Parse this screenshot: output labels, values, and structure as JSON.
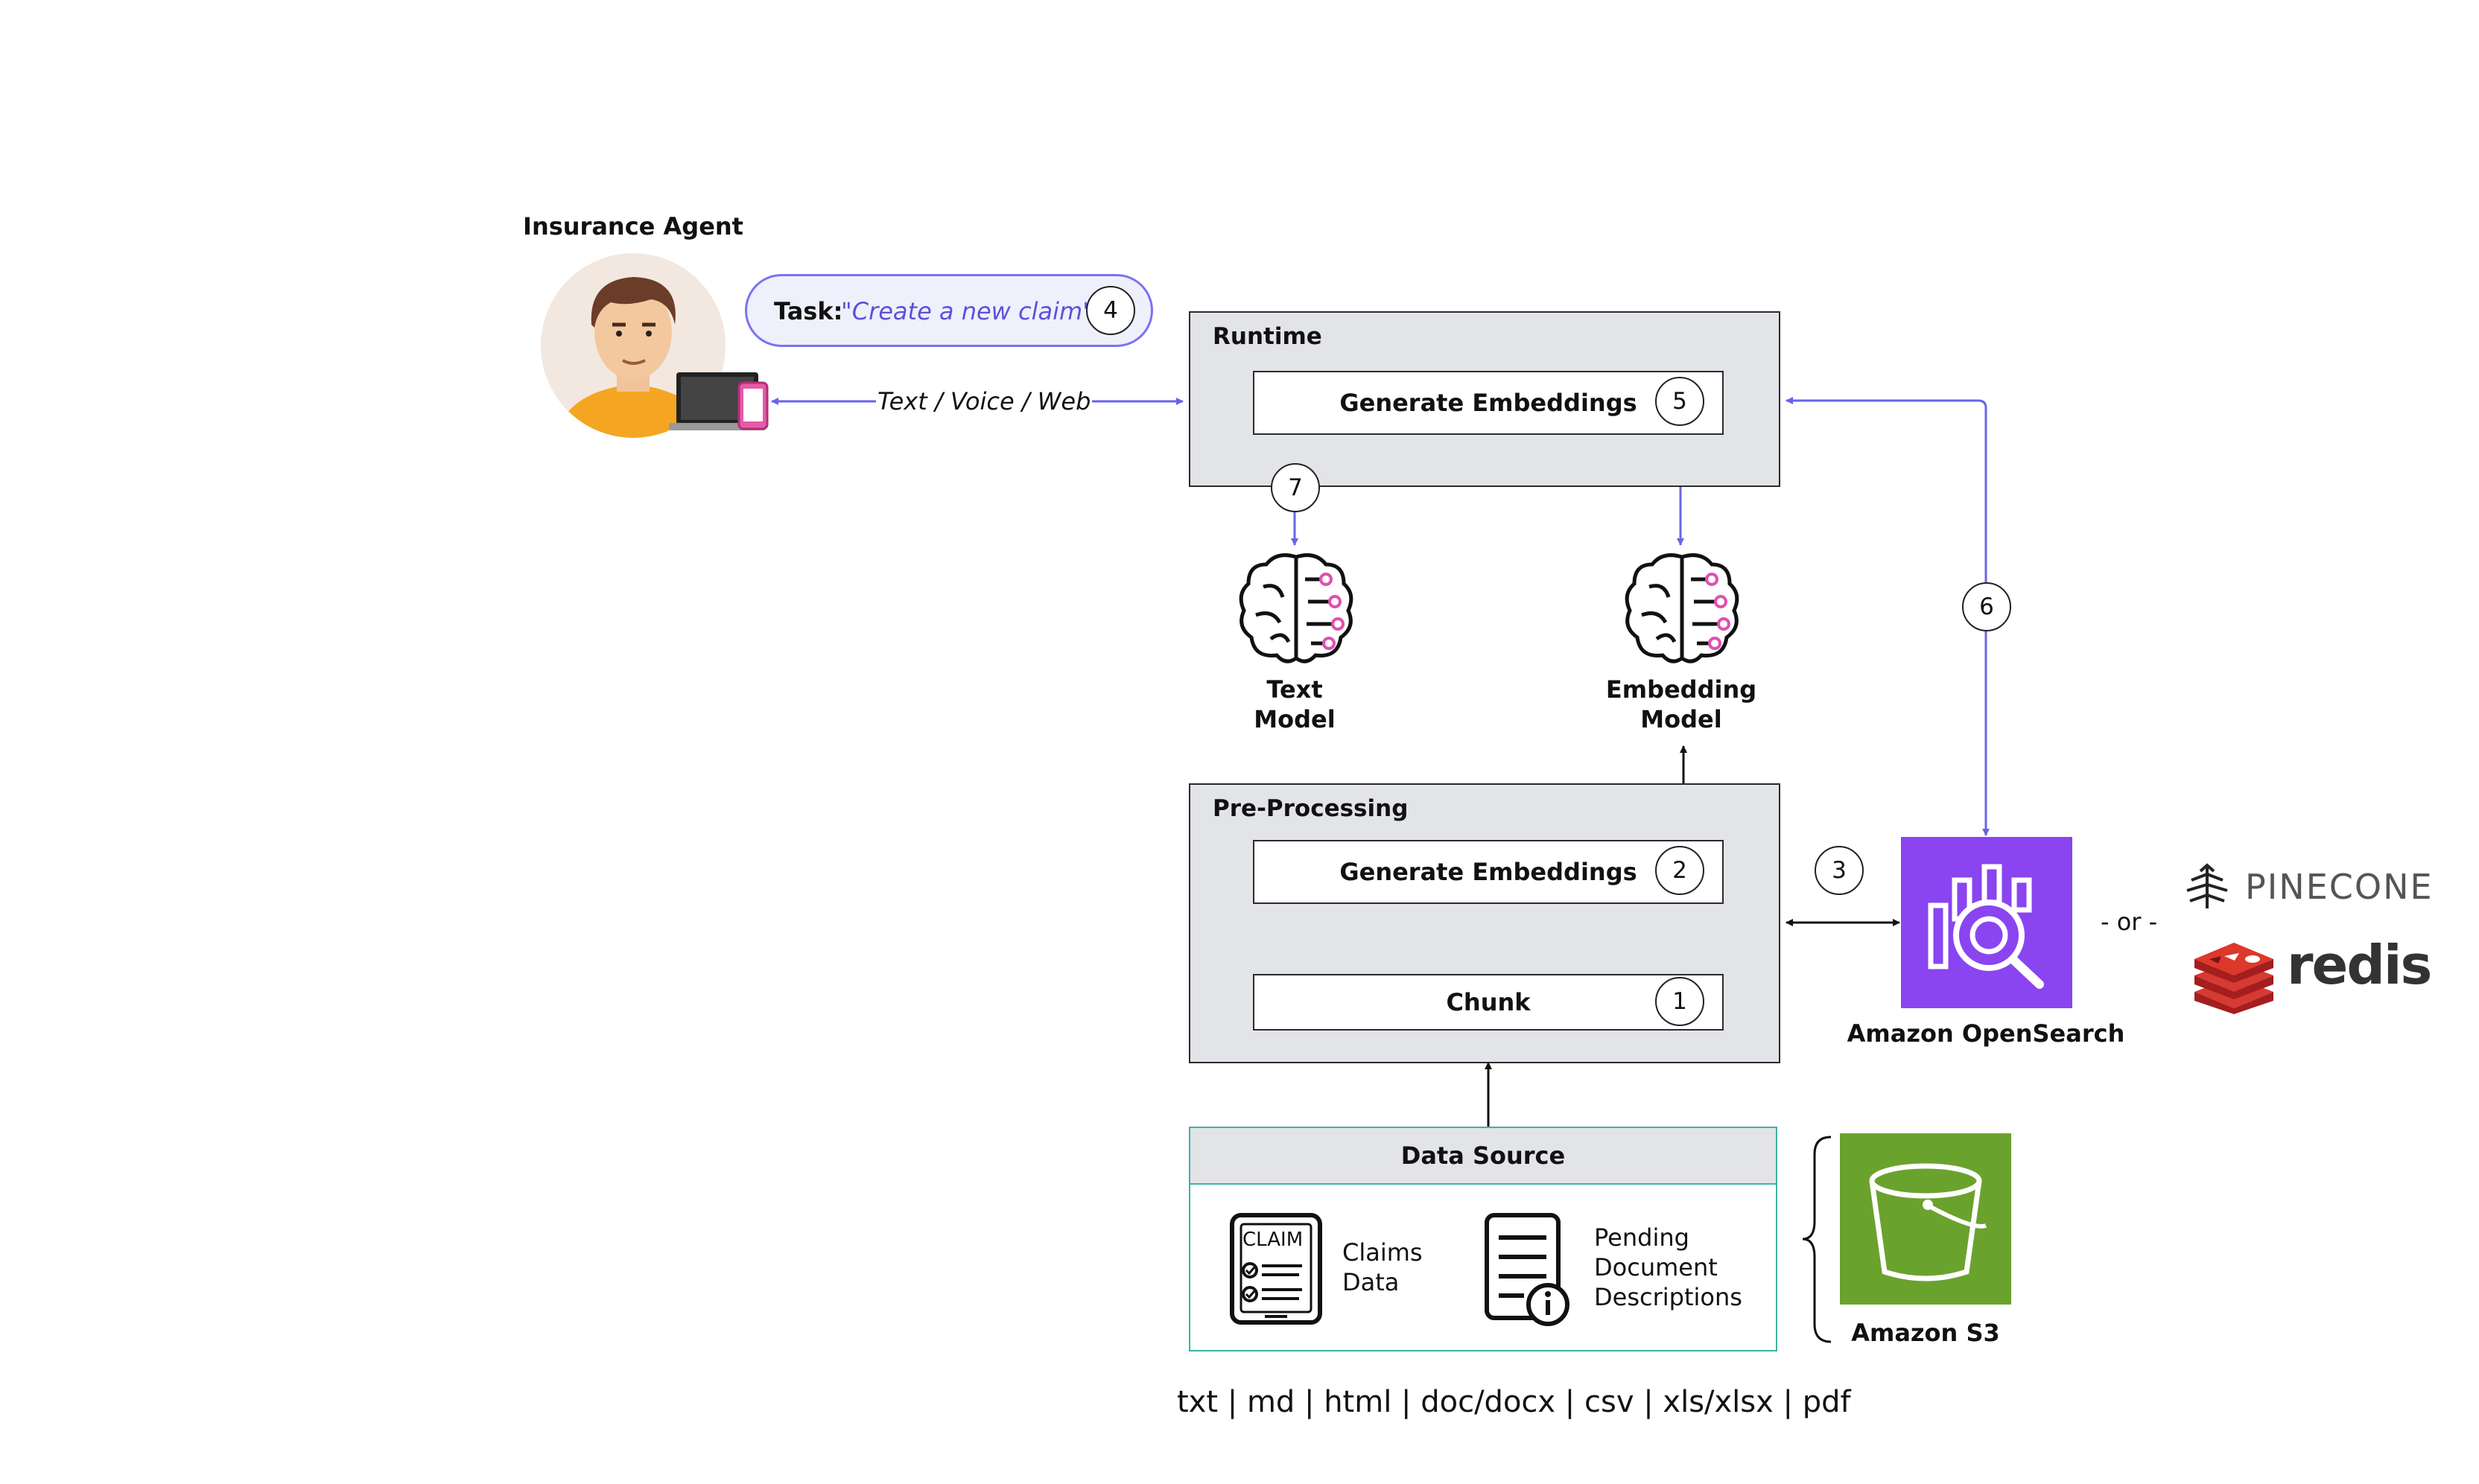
{
  "agent": {
    "label": "Insurance Agent"
  },
  "task": {
    "prefix": "Task:",
    "text": "\"Create a new claim\"",
    "step": "4"
  },
  "channel_label": "Text / Voice / Web",
  "runtime": {
    "title": "Runtime",
    "generate": {
      "label": "Generate Embeddings",
      "step": "5"
    },
    "text_model_step": "7"
  },
  "models": {
    "text": {
      "line1": "Text",
      "line2": "Model"
    },
    "embedding": {
      "line1": "Embedding",
      "line2": "Model"
    }
  },
  "preprocessing": {
    "title": "Pre-Processing",
    "generate": {
      "label": "Generate Embeddings",
      "step": "2"
    },
    "chunk": {
      "label": "Chunk",
      "step": "1"
    }
  },
  "vector_store": {
    "label": "Amazon OpenSearch",
    "step_store": "3",
    "step_search": "6",
    "or": "- or -"
  },
  "alternatives": {
    "pinecone": "PINECONE",
    "redis": "redis"
  },
  "data_source": {
    "title": "Data Source",
    "claims": {
      "icon_text": "CLAIM",
      "line1": "Claims",
      "line2": "Data"
    },
    "pending": {
      "line1": "Pending",
      "line2": "Document",
      "line3": "Descriptions"
    }
  },
  "s3": {
    "label": "Amazon S3"
  },
  "file_types": "txt | md | html | doc/docx | csv | xls/xlsx | pdf",
  "colors": {
    "accent_arrow": "#6a63e8",
    "opensearch": "#8a44f0",
    "s3": "#6aa22e",
    "redis": "#d63a32",
    "data_source_border": "#3bb4a4",
    "panel_fill": "#e2e4e8"
  }
}
